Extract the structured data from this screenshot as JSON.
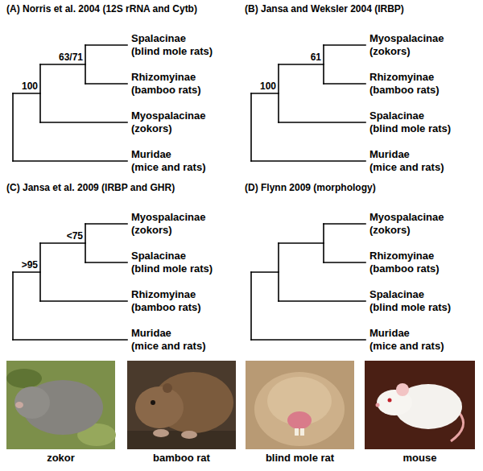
{
  "diagram": {
    "labels": [
      "(A) Norris et al. 2004 (12S rRNA and Cytb)",
      "63/71",
      "100",
      "Spalacinae (blind mole rats)",
      "Rhizomyinae (bamboo rats)",
      "Myospalacinae (zokors)",
      "Muridae (mice and rats)",
      "(B) Jansa and Weksler 2004 (IRBP)",
      "61",
      "100",
      "Myospalacinae (zokors)",
      "Rhizomyinae (bamboo rats)",
      "Spalacinae (blind mole rats)",
      "Muridae (mice and rats)",
      "(C) Jansa et al. 2009 (IRBP and GHR)",
      "<75",
      ">95",
      "Myospalacinae (zokors)",
      "Spalacinae (blind mole rats)",
      "Rhizomyinae (bamboo rats)",
      "Muridae (mice and rats)",
      "(D) Flynn 2009 (morphology)",
      "Myospalacinae (zokors)",
      "Rhizomyinae (bamboo rats)",
      "Spalacinae (blind mole rats)",
      "Muridae (mice and rats)",
      "zokor",
      "bamboo rat",
      "blind mole rat",
      "mouse"
    ]
  }
}
